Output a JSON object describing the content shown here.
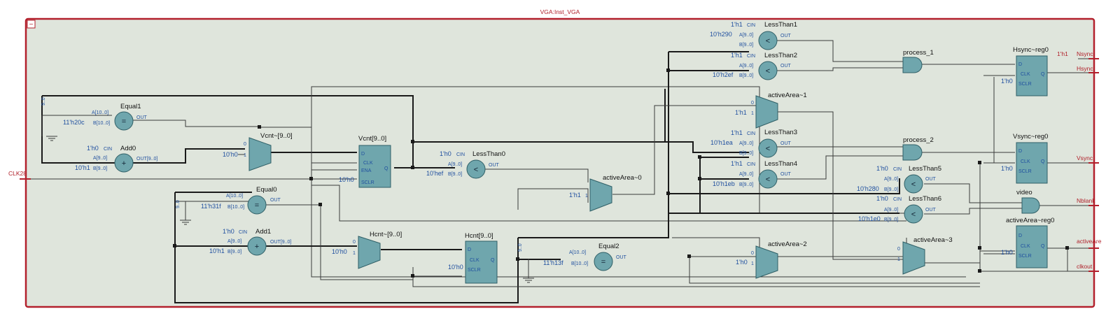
{
  "title": "VGA:Inst_VGA",
  "collapse_glyph": "−",
  "colors": {
    "frame": "#b3202c",
    "background": "#dfe5dc",
    "block_fill": "#6fa6ad",
    "block_stroke": "#2f5f66",
    "wire": "#3a3a3a",
    "label_blue": "#1f4f9f",
    "pin_red": "#b0202a"
  },
  "ports": {
    "input": "CLK28",
    "outputs": [
      "Nsync",
      "Hsync",
      "Vsync",
      "Nblank",
      "activeAre",
      "clkout"
    ],
    "nsync_const": "1'h1"
  },
  "comparators": [
    {
      "name": "Equal1",
      "op": "=",
      "in_a": "A[10..0]",
      "in_b": "B[10..0]",
      "const_b": "11'h20c",
      "out": "OUT"
    },
    {
      "name": "Equal0",
      "op": "=",
      "in_a": "A[10..0]",
      "in_b": "B[10..0]",
      "const_b": "11'h31f",
      "out": "OUT"
    },
    {
      "name": "Equal2",
      "op": "=",
      "in_a": "A[10..0]",
      "in_b": "B[10..0]",
      "const_b": "11'h13f",
      "out": "OUT"
    },
    {
      "name": "Add0",
      "op": "+",
      "cin": "1'h0",
      "cin_label": "CIN",
      "in_a": "A[9..0]",
      "in_b": "B[9..0]",
      "const_b": "10'h1",
      "out": "OUT[9..0]"
    },
    {
      "name": "Add1",
      "op": "+",
      "cin": "1'h0",
      "cin_label": "CIN",
      "in_a": "A[9..0]",
      "in_b": "B[9..0]",
      "const_b": "10'h1",
      "out": "OUT[9..0]"
    },
    {
      "name": "LessThan0",
      "op": "<",
      "cin": "1'h0",
      "cin_label": "CIN",
      "in_a": "A[9..0]",
      "in_b": "B[9..0]",
      "const_b": "10'hef",
      "out": "OUT"
    },
    {
      "name": "LessThan1",
      "op": "<",
      "cin": "1'h1",
      "cin_label": "CIN",
      "in_a": "A[9..0]",
      "in_b": "B[9..0]",
      "const_a": "10'h290",
      "out": "OUT"
    },
    {
      "name": "LessThan2",
      "op": "<",
      "cin": "1'h1",
      "cin_label": "CIN",
      "in_a": "A[9..0]",
      "in_b": "B[9..0]",
      "const_b": "10'h2ef",
      "out": "OUT"
    },
    {
      "name": "LessThan3",
      "op": "<",
      "cin": "1'h1",
      "cin_label": "CIN",
      "in_a": "A[9..0]",
      "in_b": "B[9..0]",
      "const_a": "10'h1ea",
      "out": "OUT"
    },
    {
      "name": "LessThan4",
      "op": "<",
      "cin": "1'h1",
      "cin_label": "CIN",
      "in_a": "A[9..0]",
      "in_b": "B[9..0]",
      "const_b": "10'h1eb",
      "out": "OUT"
    },
    {
      "name": "LessThan5",
      "op": "<",
      "cin": "1'h0",
      "cin_label": "CIN",
      "in_a": "A[9..0]",
      "in_b": "B[9..0]",
      "const_b": "10'h280",
      "out": "OUT"
    },
    {
      "name": "LessThan6",
      "op": "<",
      "cin": "1'h0",
      "cin_label": "CIN",
      "in_a": "A[9..0]",
      "in_b": "B[9..0]",
      "const_b": "10'h1e0",
      "out": "OUT"
    }
  ],
  "muxes": [
    {
      "name": "Vcnt~[9..0]",
      "in0": "0",
      "in1": "1",
      "const": "10'h0"
    },
    {
      "name": "Hcnt~[9..0]",
      "in0": "0",
      "in1": "1",
      "const": "10'h0"
    },
    {
      "name": "activeArea~0",
      "in1": "1",
      "const": "1'h1"
    },
    {
      "name": "activeArea~1",
      "in0": "0",
      "in1": "1",
      "const": "1'h1"
    },
    {
      "name": "activeArea~2",
      "in0": "0",
      "in1": "1",
      "const": "1'h0"
    },
    {
      "name": "activeArea~3",
      "in0": "0",
      "in1": "1"
    }
  ],
  "registers": [
    {
      "name": "Vcnt[9..0]",
      "pins": [
        "D",
        "CLK",
        "ENA",
        "SCLR"
      ],
      "out": "Q",
      "const": "10'h0"
    },
    {
      "name": "Hcnt[9..0]",
      "pins": [
        "D",
        "CLK",
        "SCLR"
      ],
      "out": "Q",
      "const": "10'h0"
    },
    {
      "name": "Hsync~reg0",
      "pins": [
        "D",
        "CLK",
        "SCLR"
      ],
      "out": "Q",
      "const": "1'h0"
    },
    {
      "name": "Vsync~reg0",
      "pins": [
        "D",
        "CLK",
        "SCLR"
      ],
      "out": "Q",
      "const": "1'h0"
    },
    {
      "name": "activeArea~reg0",
      "pins": [
        "D",
        "CLK",
        "SCLR"
      ],
      "out": "Q",
      "const": "1'h0"
    }
  ],
  "gates": [
    {
      "name": "process_1"
    },
    {
      "name": "process_2"
    },
    {
      "name": "video"
    }
  ],
  "bus_tap_label": "9..0"
}
